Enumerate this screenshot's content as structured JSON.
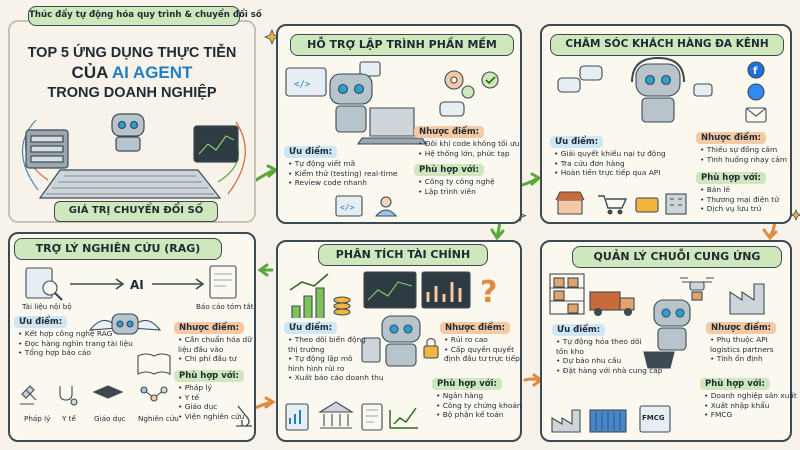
{
  "title_block": {
    "tagline": "Thúc đẩy tự động hóa quy trình & chuyển đổi số",
    "line1": "TOP 5 ỨNG DỤNG THỰC TIỄN",
    "line2_prefix": "CỦA ",
    "line2_highlight": "AI AGENT",
    "line3": "TRONG DOANH NGHIỆP",
    "banner": "GIÁ TRỊ CHUYỂN ĐỔI SỐ"
  },
  "panels": {
    "software": {
      "title": "HỖ TRỢ LẬP TRÌNH PHẦN MỀM",
      "pros_title": "Ưu điểm:",
      "pros": [
        "Tự động viết mã",
        "Kiểm thử (testing) real-time",
        "Review code nhanh"
      ],
      "cons_title": "Nhược điểm:",
      "cons": [
        "Đôi khi code không tối ưu",
        "Hệ thống lớn, phức tạp"
      ],
      "fit_title": "Phù hợp với:",
      "fit": [
        "Công ty công nghệ",
        "Lập trình viên"
      ]
    },
    "customer": {
      "title": "CHĂM SÓC KHÁCH HÀNG ĐA KÊNH",
      "pros_title": "Ưu điểm:",
      "pros": [
        "Giải quyết khiếu nại tự động",
        "Tra cứu đơn hàng",
        "Hoàn tiền trực tiếp qua API"
      ],
      "cons_title": "Nhược điểm:",
      "cons": [
        "Thiếu sự đồng cảm",
        "Tình huống nhạy cảm"
      ],
      "fit_title": "Phù hợp với:",
      "fit": [
        "Bán lẻ",
        "Thương mại điện tử",
        "Dịch vụ lưu trú"
      ]
    },
    "research": {
      "title": "TRỢ LÝ NGHIÊN CỨU (RAG)",
      "doc_in": "Tài liệu nội bộ",
      "ai": "AI",
      "doc_out": "Báo cáo tóm tắt",
      "pros_title": "Ưu điểm:",
      "pros": [
        "Kết hợp công nghệ RAG",
        "Đọc hàng nghìn trang tài liệu",
        "Tổng hợp báo cáo"
      ],
      "cons_title": "Nhược điểm:",
      "cons": [
        "Cần chuẩn hóa dữ liệu đầu vào",
        "Chi phí đầu tư"
      ],
      "fit_title": "Phù hợp với:",
      "fit": [
        "Pháp lý",
        "Y tế",
        "Giáo dục",
        "Viện nghiên cứu"
      ],
      "icons": [
        "Pháp lý",
        "Y tế",
        "Giáo dục",
        "Nghiên cứu"
      ]
    },
    "finance": {
      "title": "PHÂN TÍCH TÀI CHÍNH",
      "pros_title": "Ưu điểm:",
      "pros": [
        "Theo dõi biến động thị trường",
        "Tự động lập mô hình hình rủi ro",
        "Xuất báo cáo doanh thu"
      ],
      "cons_title": "Nhược điểm:",
      "cons": [
        "Rủi ro cao",
        "Cấp quyền quyết định đầu tư trực tiếp"
      ],
      "fit_title": "Phù hợp với:",
      "fit": [
        "Ngân hàng",
        "Công ty chứng khoán",
        "Bộ phận kế toán"
      ]
    },
    "supply": {
      "title": "QUẢN LÝ CHUỖI CUNG ỨNG",
      "pros_title": "Ưu điểm:",
      "pros": [
        "Tự động hóa theo dõi tồn kho",
        "Dự báo nhu cầu",
        "Đặt hàng với nhà cung cấp"
      ],
      "cons_title": "Nhược điểm:",
      "cons": [
        "Phụ thuộc API logistics partners",
        "Tính ổn định"
      ],
      "fit_title": "Phù hợp với:",
      "fit": [
        "Doanh nghiệp sản xuất",
        "Xuất nhập khẩu",
        "FMCG"
      ],
      "box_label": "FMCG"
    }
  },
  "colors": {
    "pill_green": "#cfe7bd",
    "pros_blue": "#cfe6f5",
    "cons_orange": "#f6c9a6",
    "accent_blue": "#1f7fc4",
    "arrow_green": "#5aa83a",
    "arrow_orange": "#e08a3c",
    "outline": "#3e4a52"
  }
}
